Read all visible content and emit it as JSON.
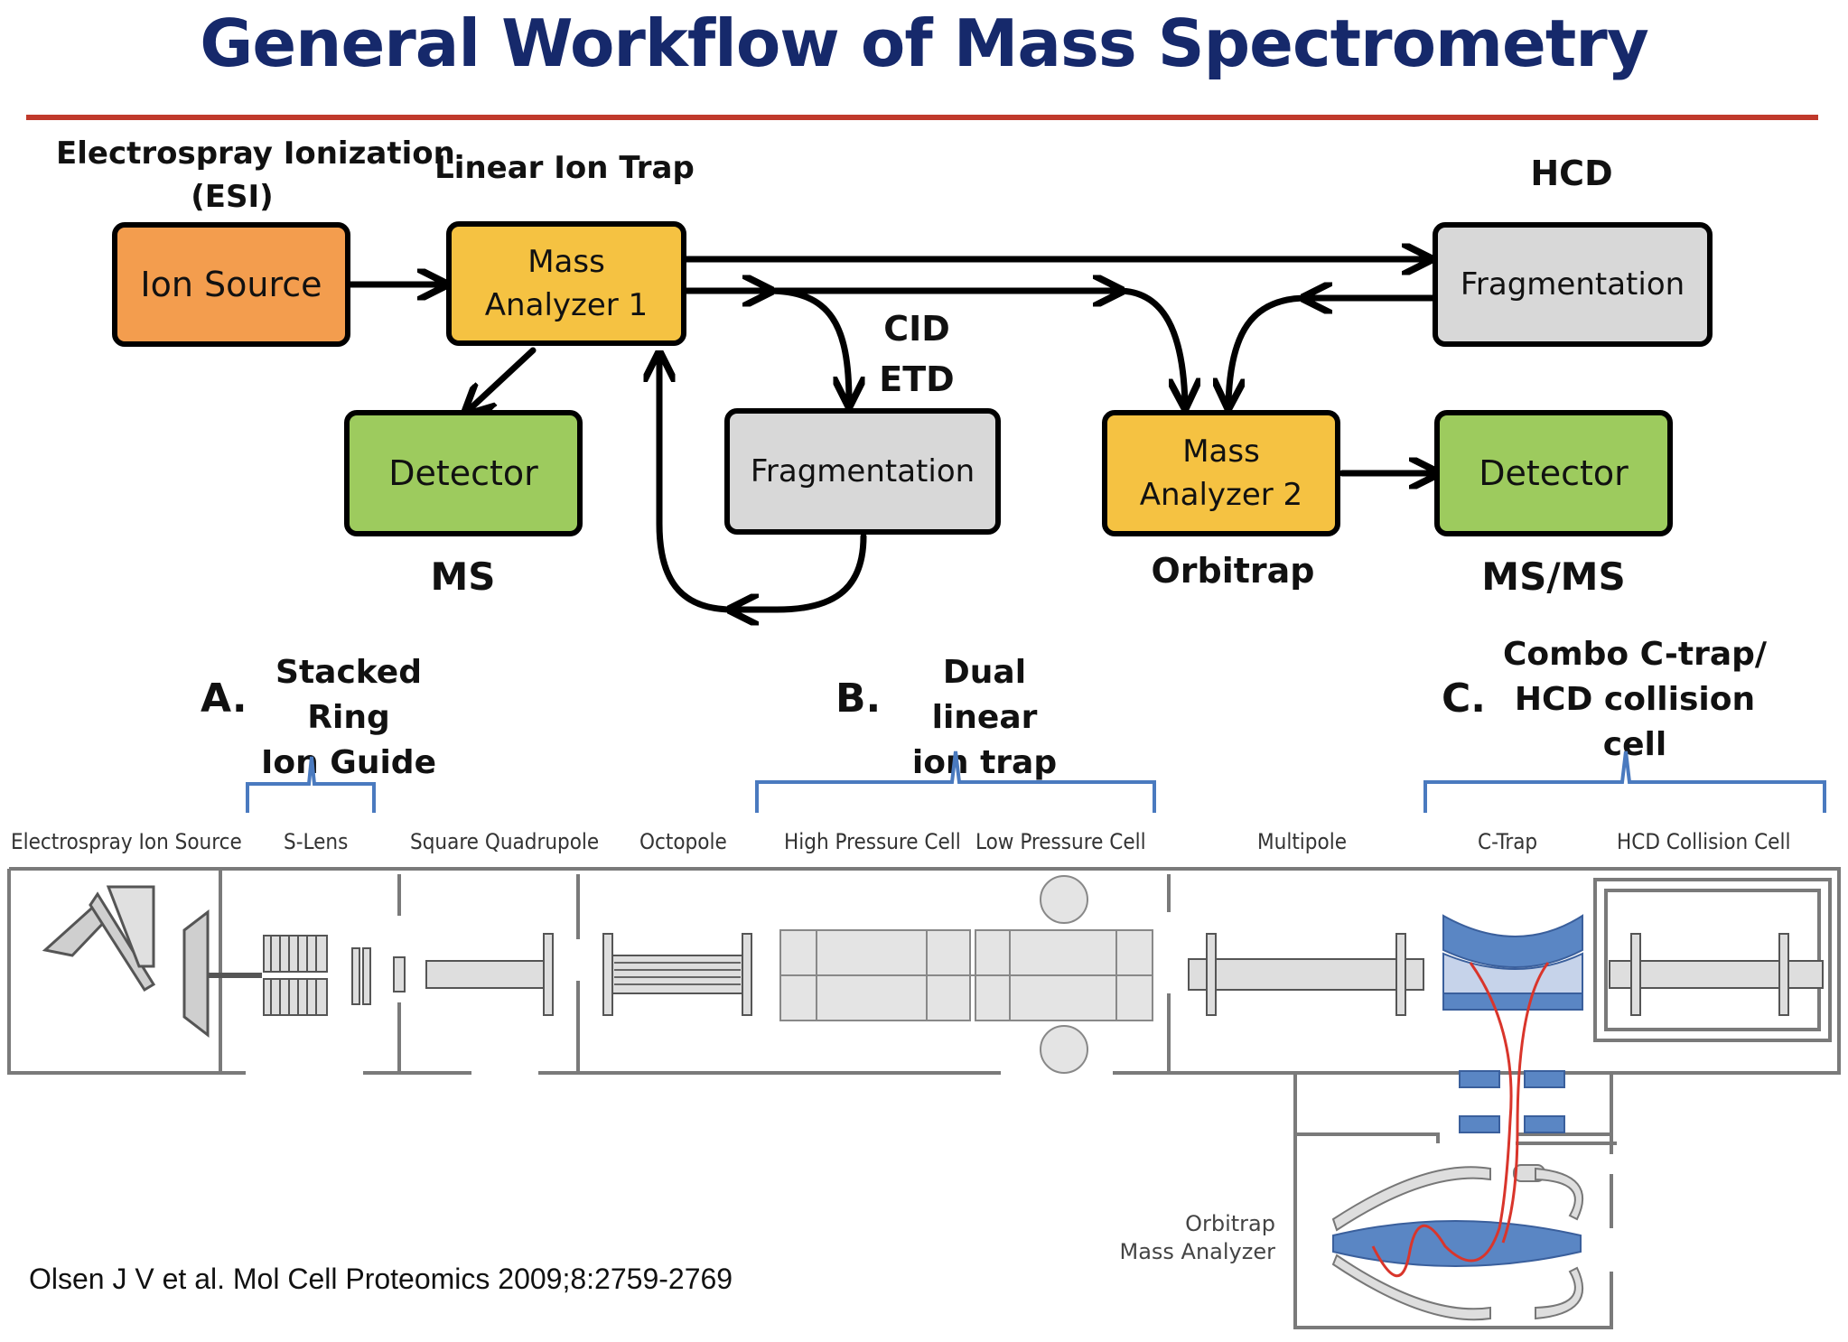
{
  "title": "General Workflow of Mass Spectrometry",
  "workflow": {
    "esi_label_line1": "Electrospray Ionization",
    "esi_label_line2": "(ESI)",
    "lit_label": "Linear Ion Trap",
    "hcd_label": "HCD",
    "cid_label": "CID",
    "etd_label": "ETD",
    "ms_label": "MS",
    "orbitrap_label": "Orbitrap",
    "msms_label": "MS/MS",
    "ion_source": "Ion Source",
    "mass_analyzer_1_line1": "Mass",
    "mass_analyzer_1_line2": "Analyzer 1",
    "detector_1": "Detector",
    "fragmentation_1": "Fragmentation",
    "mass_analyzer_2_line1": "Mass",
    "mass_analyzer_2_line2": "Analyzer 2",
    "detector_2": "Detector",
    "fragmentation_2": "Fragmentation"
  },
  "instrument": {
    "section_a_letter": "A.",
    "section_a_line1": "Stacked Ring",
    "section_a_line2": "Ion Guide",
    "section_b_letter": "B.",
    "section_b_line1": "Dual linear",
    "section_b_line2": "ion trap",
    "section_c_letter": "C.",
    "section_c_line1": "Combo C-trap/",
    "section_c_line2": "HCD collision cell",
    "components": [
      "Electrospray Ion Source",
      "S-Lens",
      "Square Quadrupole",
      "Octopole",
      "High Pressure Cell",
      "Low Pressure Cell",
      "Multipole",
      "C-Trap",
      "HCD Collision Cell"
    ],
    "orbitrap_line1": "Orbitrap",
    "orbitrap_line2": "Mass Analyzer"
  },
  "citation": "Olsen J V et al. Mol Cell Proteomics 2009;8:2759-2769",
  "colors": {
    "title": "#16296b",
    "rule": "#c0392b",
    "ion_source": "#f39d4e",
    "mass_analyzer": "#f5c242",
    "detector": "#9dcb5e",
    "fragmentation": "#d8d8d8",
    "bracket": "#4a7abf",
    "ion_path": "#d9352b"
  }
}
